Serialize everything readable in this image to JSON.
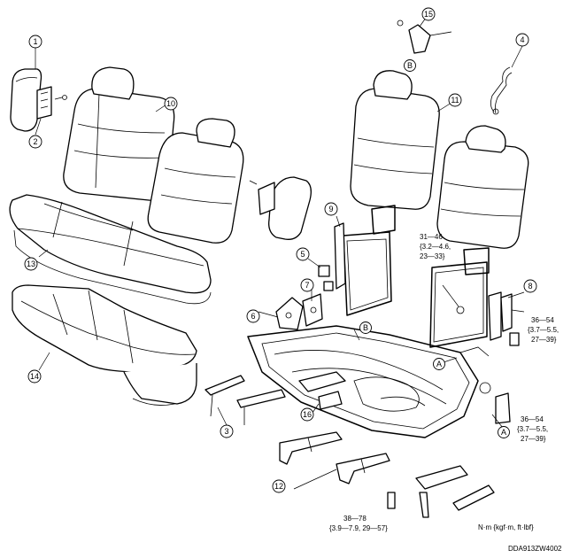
{
  "callouts": [
    "1",
    "2",
    "3",
    "4",
    "5",
    "6",
    "7",
    "8",
    "9",
    "10",
    "11",
    "12",
    "13",
    "14",
    "15",
    "16"
  ],
  "letters": [
    "A",
    "B"
  ],
  "torque": {
    "t1": [
      "31—46",
      "{3.2—4.6,",
      "23—33}"
    ],
    "t2": [
      "36—54",
      "{3.7—5.5,",
      "27—39}"
    ],
    "t3": [
      "36—54",
      "{3.7—5.5,",
      "27—39}"
    ],
    "t4": [
      "38—78",
      "{3.9—7.9, 29—57}"
    ]
  },
  "unit_label": "N·m {kgf·m, ft·lbf}",
  "diagram_code": "DDA913ZW4002"
}
